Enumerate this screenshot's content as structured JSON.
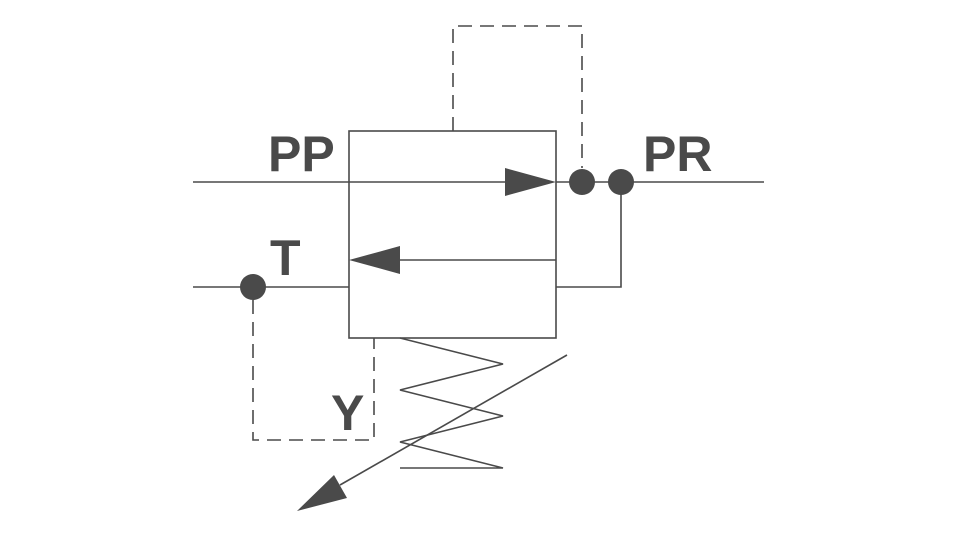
{
  "diagram": {
    "labels": {
      "pp": "PP",
      "pr": "PR",
      "t": "T",
      "y": "Y"
    },
    "colors": {
      "line": "#4a4a4a",
      "fill": "#4a4a4a",
      "background": "#ffffff"
    }
  }
}
